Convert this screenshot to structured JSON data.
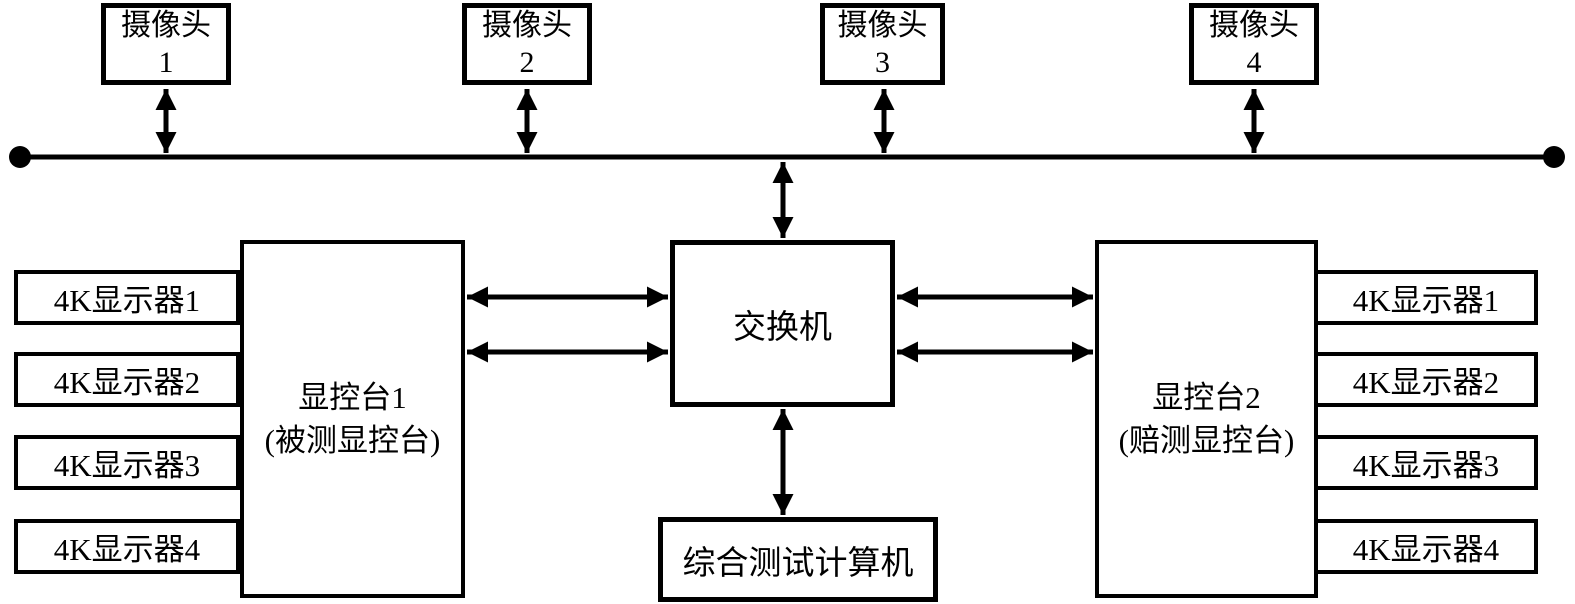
{
  "diagram": {
    "cameras": [
      {
        "line1": "摄像头",
        "line2": "1"
      },
      {
        "line1": "摄像头",
        "line2": "2"
      },
      {
        "line1": "摄像头",
        "line2": "3"
      },
      {
        "line1": "摄像头",
        "line2": "4"
      }
    ],
    "switch": {
      "label": "交换机"
    },
    "console1": {
      "line1": "显控台1",
      "line2": "(被测显控台)"
    },
    "console2": {
      "line1": "显控台2",
      "line2": "(赔测显控台)"
    },
    "computer": {
      "label": "综合测试计算机"
    },
    "left_displays": [
      "4K显示器1",
      "4K显示器2",
      "4K显示器3",
      "4K显示器4"
    ],
    "right_displays": [
      "4K显示器1",
      "4K显示器2",
      "4K显示器3",
      "4K显示器4"
    ],
    "colors": {
      "line": "#000000",
      "background": "#ffffff"
    }
  }
}
